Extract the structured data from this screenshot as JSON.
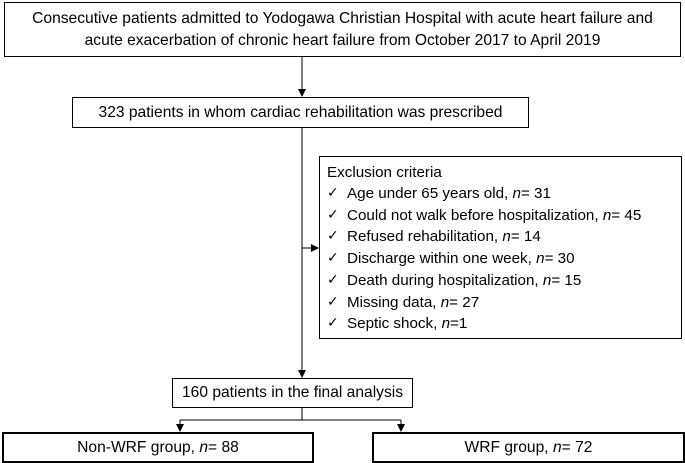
{
  "top_box": {
    "line1": "Consecutive patients admitted to Yodogawa Christian Hospital with acute heart failure and",
    "line2": "acute exacerbation of chronic heart failure from October 2017 to April 2019"
  },
  "prescribed_box": {
    "text": "323 patients in whom cardiac rehabilitation was prescribed"
  },
  "exclusion_box": {
    "title": "Exclusion criteria",
    "check_glyph": "✓",
    "items": [
      {
        "label": "Age under 65 years old, ",
        "n_symbol": "n",
        "value": " = 31"
      },
      {
        "label": "Could not walk before hospitalization, ",
        "n_symbol": "n",
        "value": " = 45"
      },
      {
        "label": "Refused rehabilitation, ",
        "n_symbol": "n",
        "value": " = 14"
      },
      {
        "label": "Discharge within one week, ",
        "n_symbol": "n",
        "value": " = 30"
      },
      {
        "label": "Death during hospitalization, ",
        "n_symbol": "n",
        "value": " = 15"
      },
      {
        "label": "Missing data, ",
        "n_symbol": "n",
        "value": " = 27"
      },
      {
        "label": "Septic shock, ",
        "n_symbol": "n",
        "value": "=1"
      }
    ]
  },
  "final_box": {
    "text": "160 patients in the final analysis"
  },
  "groups": {
    "non_wrf": {
      "label": "Non-WRF group, ",
      "n_symbol": "n",
      "value": " = 88"
    },
    "wrf": {
      "label": "WRF group, ",
      "n_symbol": "n",
      "value": " = 72"
    }
  },
  "colors": {
    "stroke": "#000000",
    "background": "#ffffff"
  }
}
